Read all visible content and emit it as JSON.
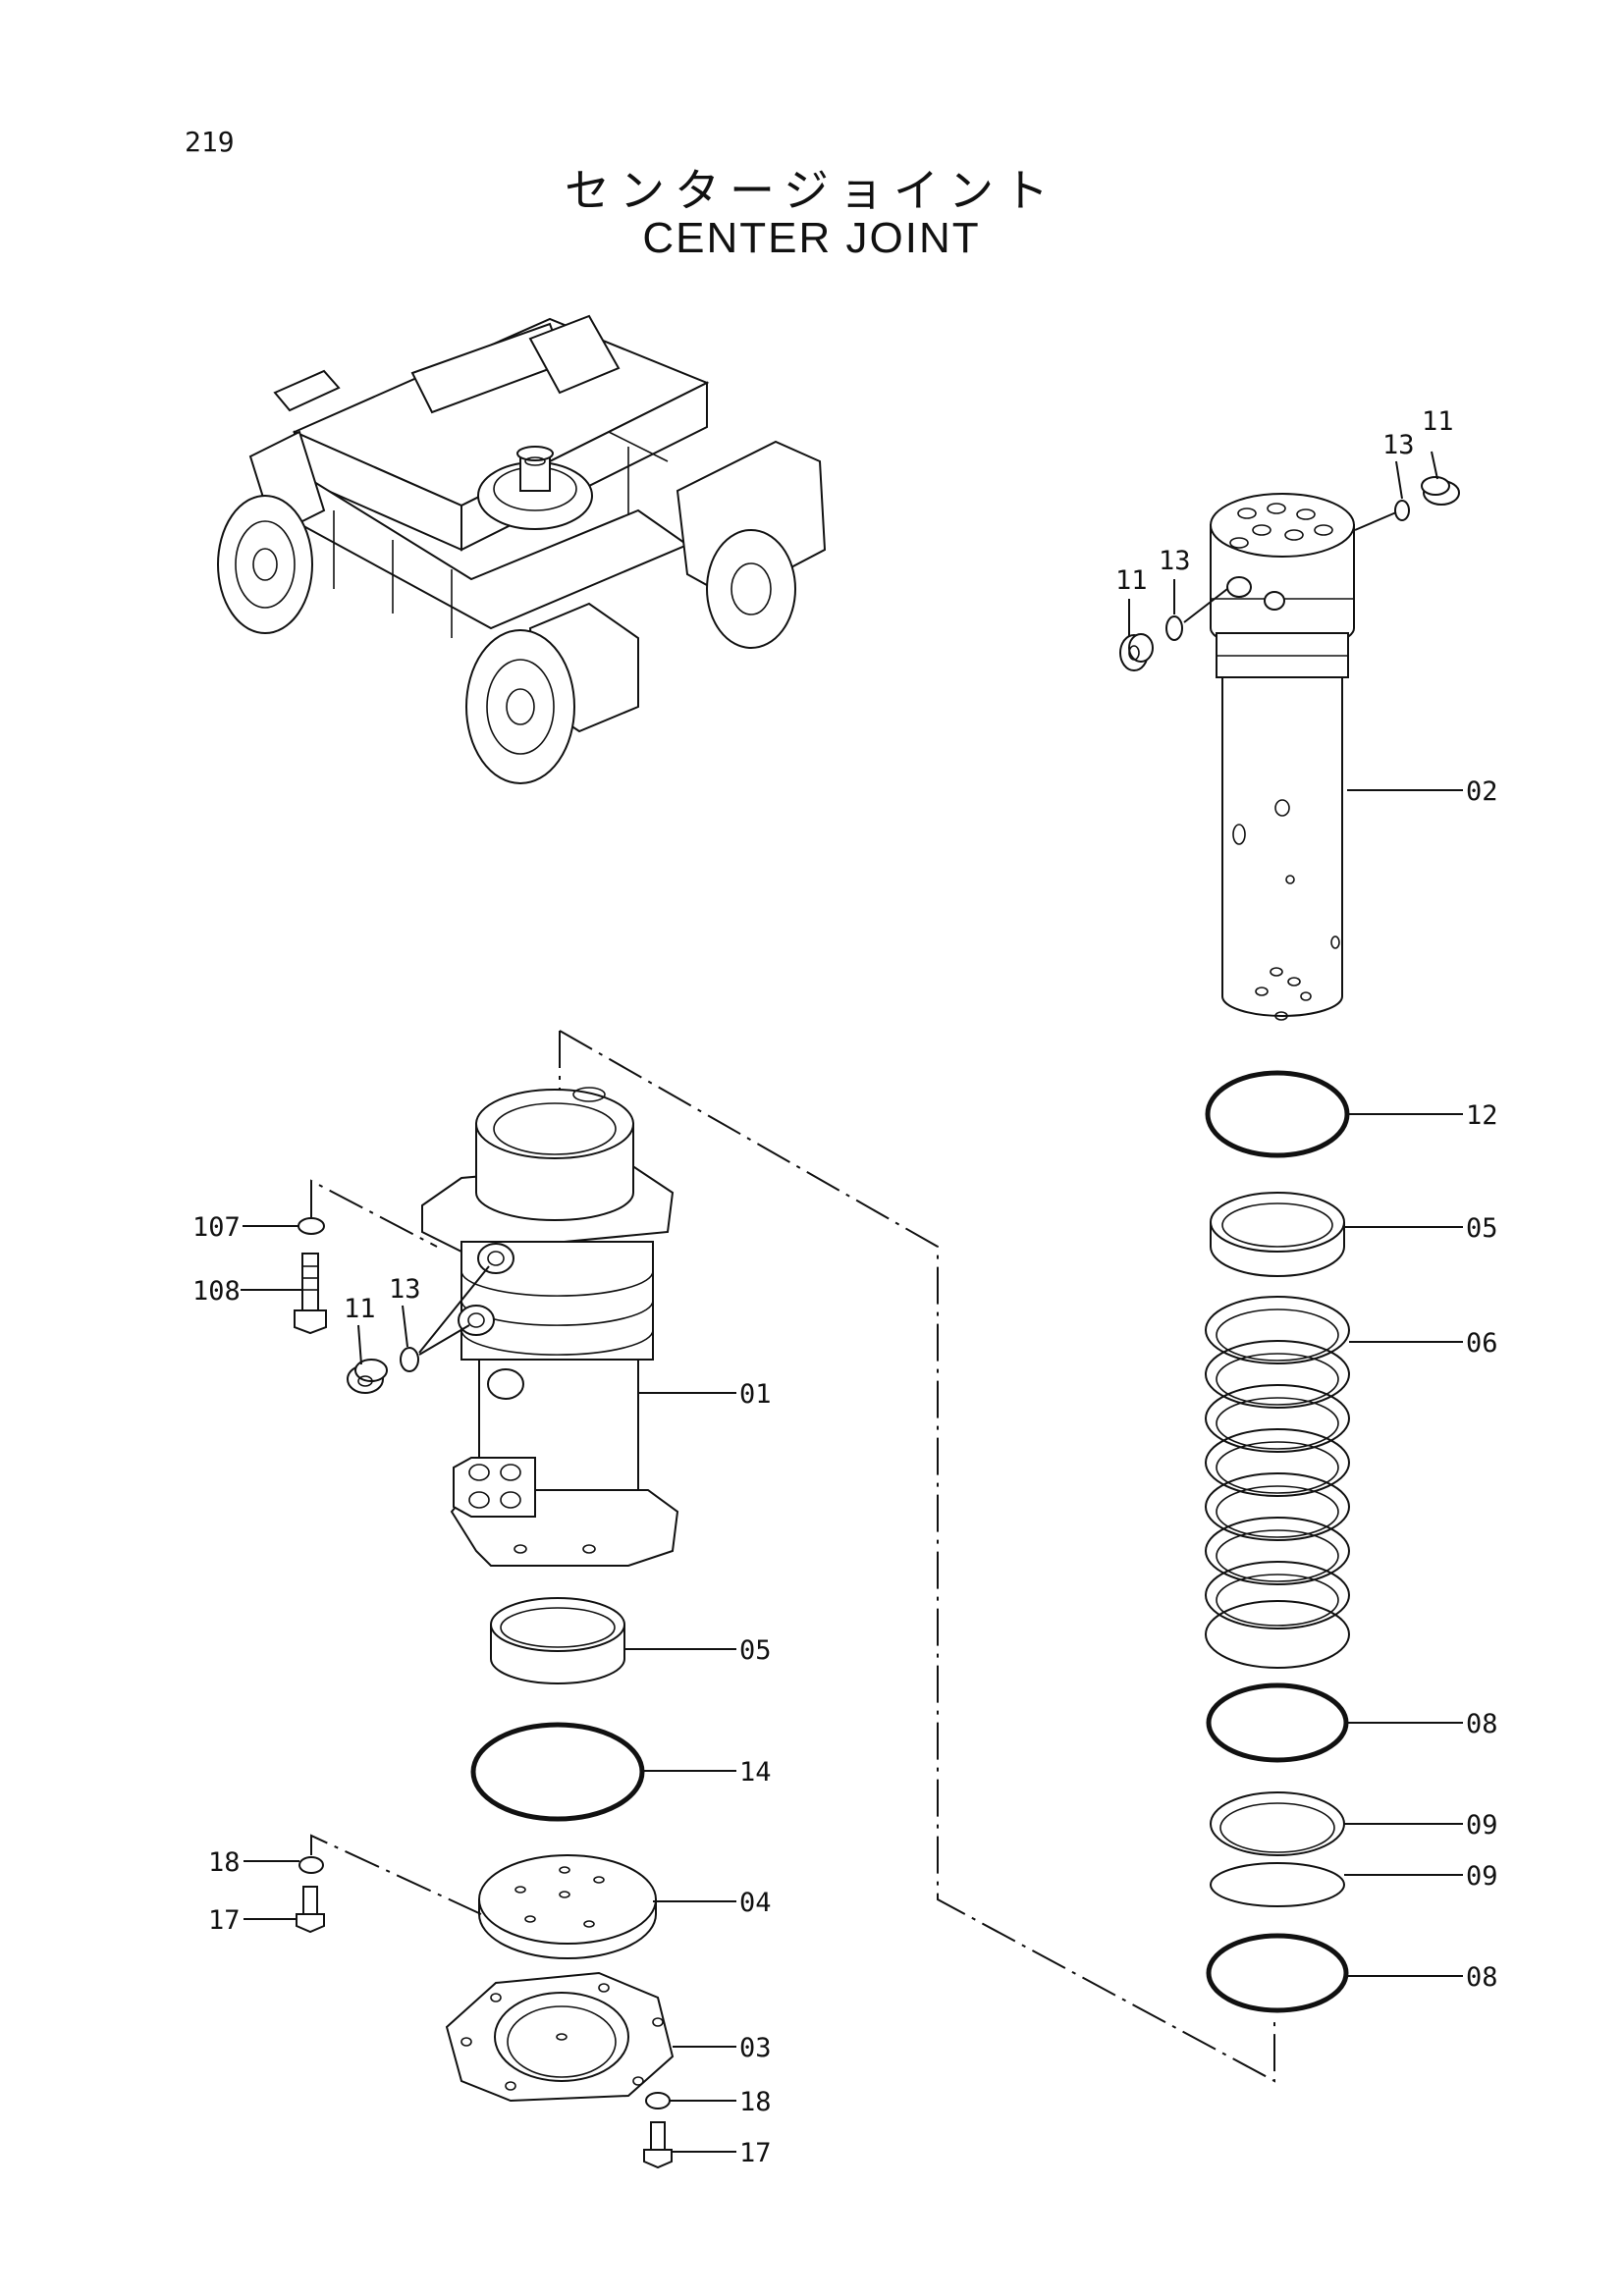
{
  "page": {
    "number": "219"
  },
  "title": {
    "japanese": "センタージョイント",
    "english": "CENTER JOINT"
  },
  "callouts": [
    {
      "id": "c-11-top",
      "text": "11"
    },
    {
      "id": "c-13-top",
      "text": "13"
    },
    {
      "id": "c-11-side",
      "text": "11"
    },
    {
      "id": "c-13-side",
      "text": "13"
    },
    {
      "id": "c-02",
      "text": "02"
    },
    {
      "id": "c-12",
      "text": "12"
    },
    {
      "id": "c-05-right",
      "text": "05"
    },
    {
      "id": "c-06",
      "text": "06"
    },
    {
      "id": "c-08-upper",
      "text": "08"
    },
    {
      "id": "c-09-upper",
      "text": "09"
    },
    {
      "id": "c-09-lower",
      "text": "09"
    },
    {
      "id": "c-08-lower",
      "text": "08"
    },
    {
      "id": "c-107",
      "text": "107"
    },
    {
      "id": "c-108",
      "text": "108"
    },
    {
      "id": "c-11-left",
      "text": "11"
    },
    {
      "id": "c-13-left",
      "text": "13"
    },
    {
      "id": "c-01",
      "text": "01"
    },
    {
      "id": "c-05-left",
      "text": "05"
    },
    {
      "id": "c-14",
      "text": "14"
    },
    {
      "id": "c-18-upper",
      "text": "18"
    },
    {
      "id": "c-17-upper",
      "text": "17"
    },
    {
      "id": "c-04",
      "text": "04"
    },
    {
      "id": "c-03",
      "text": "03"
    },
    {
      "id": "c-18-lower",
      "text": "18"
    },
    {
      "id": "c-17-lower",
      "text": "17"
    }
  ]
}
